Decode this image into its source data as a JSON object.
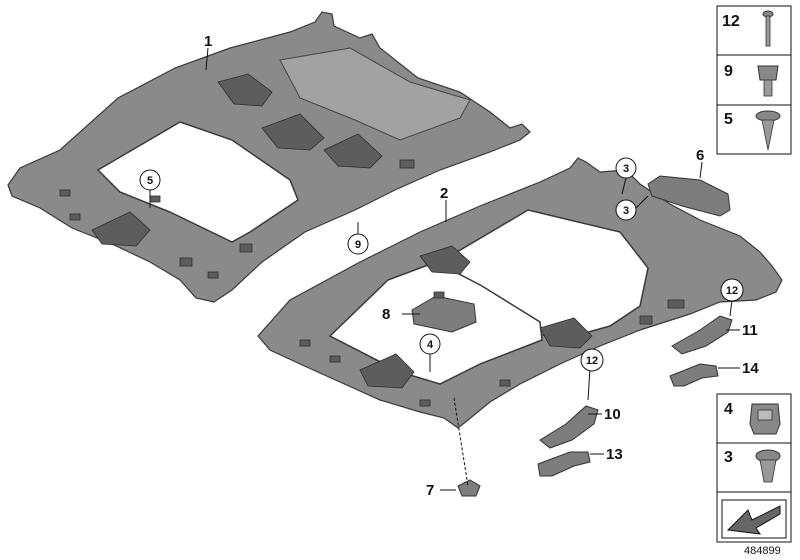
{
  "callouts": {
    "c1": "1",
    "c2": "2",
    "c3a": "3",
    "c3b": "3",
    "c4": "4",
    "c5": "5",
    "c6": "6",
    "c7": "7",
    "c8": "8",
    "c9": "9",
    "c10": "10",
    "c11": "11",
    "c12a": "12",
    "c12b": "12",
    "c13": "13",
    "c14": "14"
  },
  "legend": {
    "l12": "12",
    "l9": "9",
    "l5": "5",
    "l4": "4",
    "l3": "3"
  },
  "doc_number": "484899",
  "colors": {
    "panel": "#8a8a8a",
    "outline": "#3a3a3a",
    "background": "#ffffff"
  }
}
